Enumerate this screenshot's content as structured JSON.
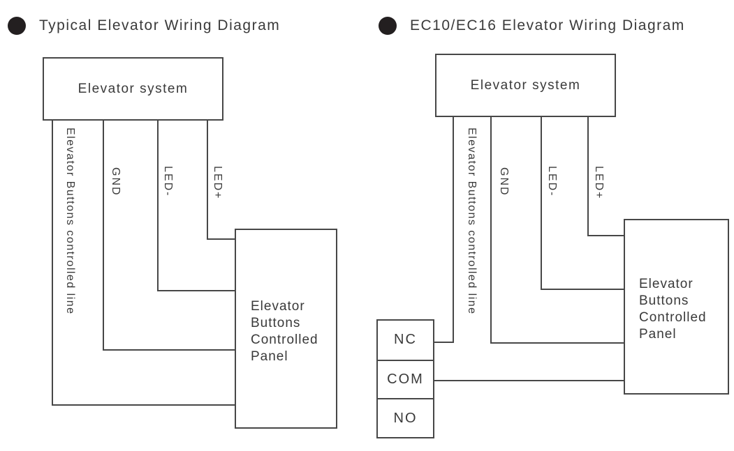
{
  "colors": {
    "background": "#ffffff",
    "line": "#474747",
    "text": "#3a3a3a",
    "bullet": "#231f20"
  },
  "left_diagram": {
    "title": "Typical Elevator Wiring Diagram",
    "elevator_system_label": "Elevator system",
    "wire_labels": {
      "buttons_line": "Elevator Buttons controlled line",
      "gnd": "GND",
      "led_minus": "LED-",
      "led_plus": "LED+"
    },
    "panel_lines": [
      "Elevator",
      "Buttons",
      "Controlled",
      "Panel"
    ]
  },
  "right_diagram": {
    "title": "EC10/EC16 Elevator Wiring Diagram",
    "elevator_system_label": "Elevator system",
    "wire_labels": {
      "buttons_line": "Elevator Buttons controlled line",
      "gnd": "GND",
      "led_minus": "LED-",
      "led_plus": "LED+"
    },
    "relay_terminals": [
      "NC",
      "COM",
      "NO"
    ],
    "panel_lines": [
      "Elevator",
      "Buttons",
      "Controlled",
      "Panel"
    ]
  }
}
